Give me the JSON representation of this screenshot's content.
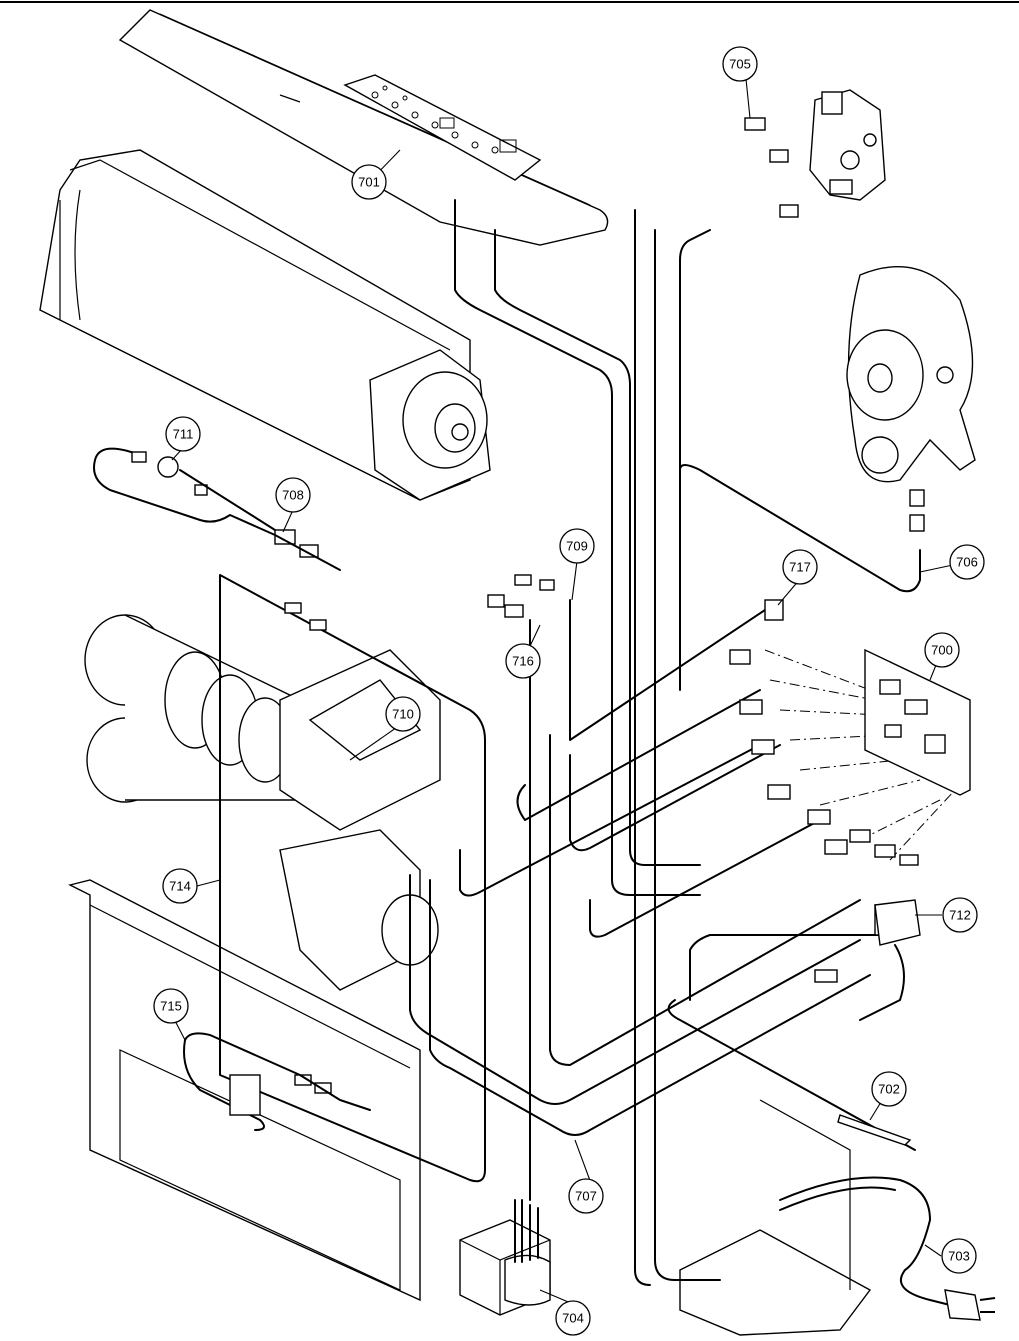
{
  "callouts": [
    {
      "id": "c700",
      "label": "700"
    },
    {
      "id": "c701",
      "label": "701"
    },
    {
      "id": "c702",
      "label": "702"
    },
    {
      "id": "c703",
      "label": "703"
    },
    {
      "id": "c704",
      "label": "704"
    },
    {
      "id": "c705",
      "label": "705"
    },
    {
      "id": "c706",
      "label": "706"
    },
    {
      "id": "c707",
      "label": "707"
    },
    {
      "id": "c708",
      "label": "708"
    },
    {
      "id": "c709",
      "label": "709"
    },
    {
      "id": "c710",
      "label": "710"
    },
    {
      "id": "c711",
      "label": "711"
    },
    {
      "id": "c712",
      "label": "712"
    },
    {
      "id": "c714",
      "label": "714"
    },
    {
      "id": "c715",
      "label": "715"
    },
    {
      "id": "c716",
      "label": "716"
    },
    {
      "id": "c717",
      "label": "717"
    }
  ]
}
